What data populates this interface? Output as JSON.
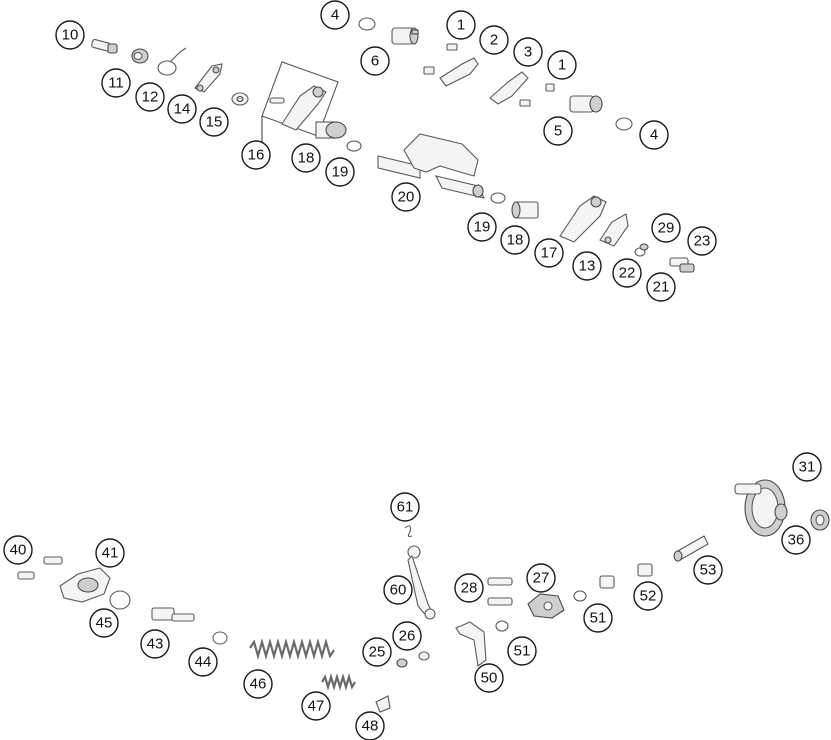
{
  "callouts": [
    {
      "id": "c10",
      "label": "10"
    },
    {
      "id": "c11",
      "label": "11"
    },
    {
      "id": "c12",
      "label": "12"
    },
    {
      "id": "c14",
      "label": "14"
    },
    {
      "id": "c15",
      "label": "15"
    },
    {
      "id": "c16",
      "label": "16"
    },
    {
      "id": "c18a",
      "label": "18"
    },
    {
      "id": "c19a",
      "label": "19"
    },
    {
      "id": "c4a",
      "label": "4"
    },
    {
      "id": "c6",
      "label": "6"
    },
    {
      "id": "c1a",
      "label": "1"
    },
    {
      "id": "c2",
      "label": "2"
    },
    {
      "id": "c3",
      "label": "3"
    },
    {
      "id": "c1b",
      "label": "1"
    },
    {
      "id": "c5",
      "label": "5"
    },
    {
      "id": "c4b",
      "label": "4"
    },
    {
      "id": "c20",
      "label": "20"
    },
    {
      "id": "c19b",
      "label": "19"
    },
    {
      "id": "c18b",
      "label": "18"
    },
    {
      "id": "c17",
      "label": "17"
    },
    {
      "id": "c13",
      "label": "13"
    },
    {
      "id": "c29",
      "label": "29"
    },
    {
      "id": "c23",
      "label": "23"
    },
    {
      "id": "c22",
      "label": "22"
    },
    {
      "id": "c21",
      "label": "21"
    },
    {
      "id": "c31",
      "label": "31"
    },
    {
      "id": "c36",
      "label": "36"
    },
    {
      "id": "c61",
      "label": "61"
    },
    {
      "id": "c40",
      "label": "40"
    },
    {
      "id": "c41",
      "label": "41"
    },
    {
      "id": "c45",
      "label": "45"
    },
    {
      "id": "c43",
      "label": "43"
    },
    {
      "id": "c44",
      "label": "44"
    },
    {
      "id": "c46",
      "label": "46"
    },
    {
      "id": "c47",
      "label": "47"
    },
    {
      "id": "c48",
      "label": "48"
    },
    {
      "id": "c60",
      "label": "60"
    },
    {
      "id": "c25",
      "label": "25"
    },
    {
      "id": "c26",
      "label": "26"
    },
    {
      "id": "c28",
      "label": "28"
    },
    {
      "id": "c27",
      "label": "27"
    },
    {
      "id": "c51a",
      "label": "51"
    },
    {
      "id": "c50",
      "label": "50"
    },
    {
      "id": "c51b",
      "label": "51"
    },
    {
      "id": "c52",
      "label": "52"
    },
    {
      "id": "c53",
      "label": "53"
    }
  ],
  "colors": {
    "outline": "#1a1a1a",
    "part_fill": "#f4f4f4",
    "part_shade": "#cfcfcf"
  }
}
